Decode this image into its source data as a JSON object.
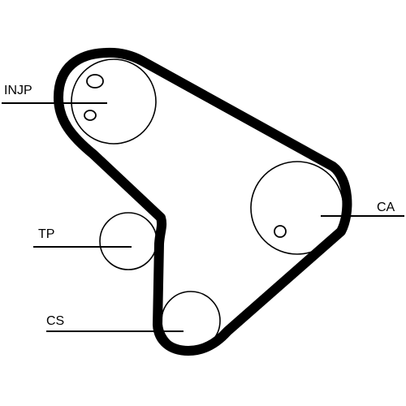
{
  "diagram": {
    "labels": {
      "injection_pump": "INJP",
      "camshaft": "CA",
      "tensioner_pulley": "TP",
      "crankshaft": "CS"
    },
    "colors": {
      "ink": "#000000",
      "background": "#ffffff"
    }
  }
}
